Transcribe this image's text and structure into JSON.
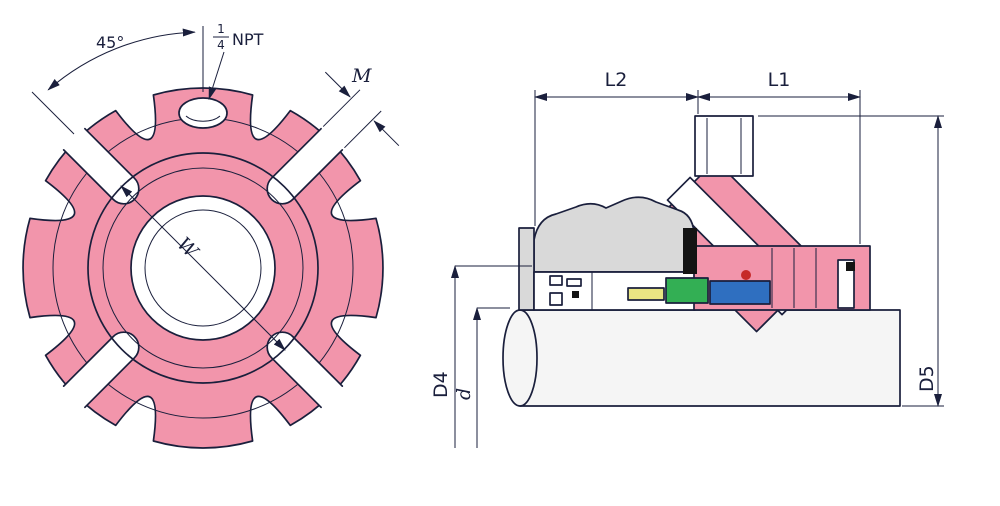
{
  "colors": {
    "pink": "#f295ab",
    "gray": "#d9d9d9",
    "shaft": "#f5f5f5",
    "line": "#1a1f3c",
    "green": "#33af54",
    "blue": "#2f6fc0",
    "yellow": "#e9e583",
    "red": "#c62828",
    "black": "#141414"
  },
  "front_view": {
    "angle_label": "45°",
    "port_fraction_numerator": "1",
    "port_fraction_denominator": "4",
    "port_suffix": "NPT",
    "slot_dim_label": "M",
    "bore_dim_label": "W"
  },
  "section_view": {
    "dim_l2": "L2",
    "dim_l1": "L1",
    "dim_d4": "D4",
    "dim_d": "d",
    "dim_d5": "D5"
  }
}
